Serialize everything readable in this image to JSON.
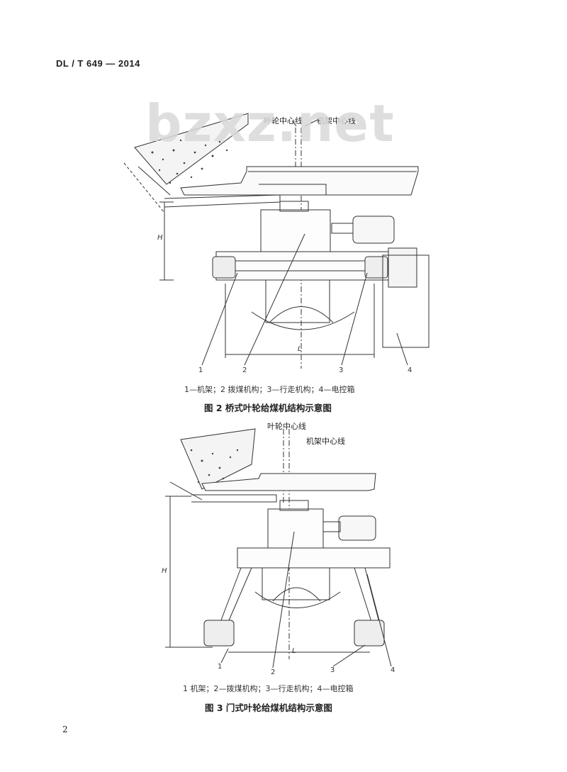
{
  "header": {
    "standard_code": "DL / T 649 — 2014"
  },
  "watermark": {
    "text": "bzxz.net"
  },
  "figure2": {
    "label_impeller_centerline": "叶轮中心线",
    "label_frame_centerline": "机架中心线",
    "dim_H": "H",
    "dim_L": "L",
    "callouts": [
      "1",
      "2",
      "3",
      "4"
    ],
    "legend": "1—机架；2  拨煤机构；3—行走机构；4—电控箱",
    "caption": "图 2   桥式叶轮给煤机结构示意图"
  },
  "figure3": {
    "label_impeller_centerline": "叶轮中心线",
    "label_frame_centerline": "机架中心线",
    "dim_H": "H",
    "dim_L": "L",
    "callouts": [
      "1",
      "2",
      "3",
      "4"
    ],
    "legend": "1  机架；2—拨煤机构；3—行走机构；4—电控箱",
    "caption": "图 3   门式叶轮给煤机结构示意图"
  },
  "page_number": "2"
}
